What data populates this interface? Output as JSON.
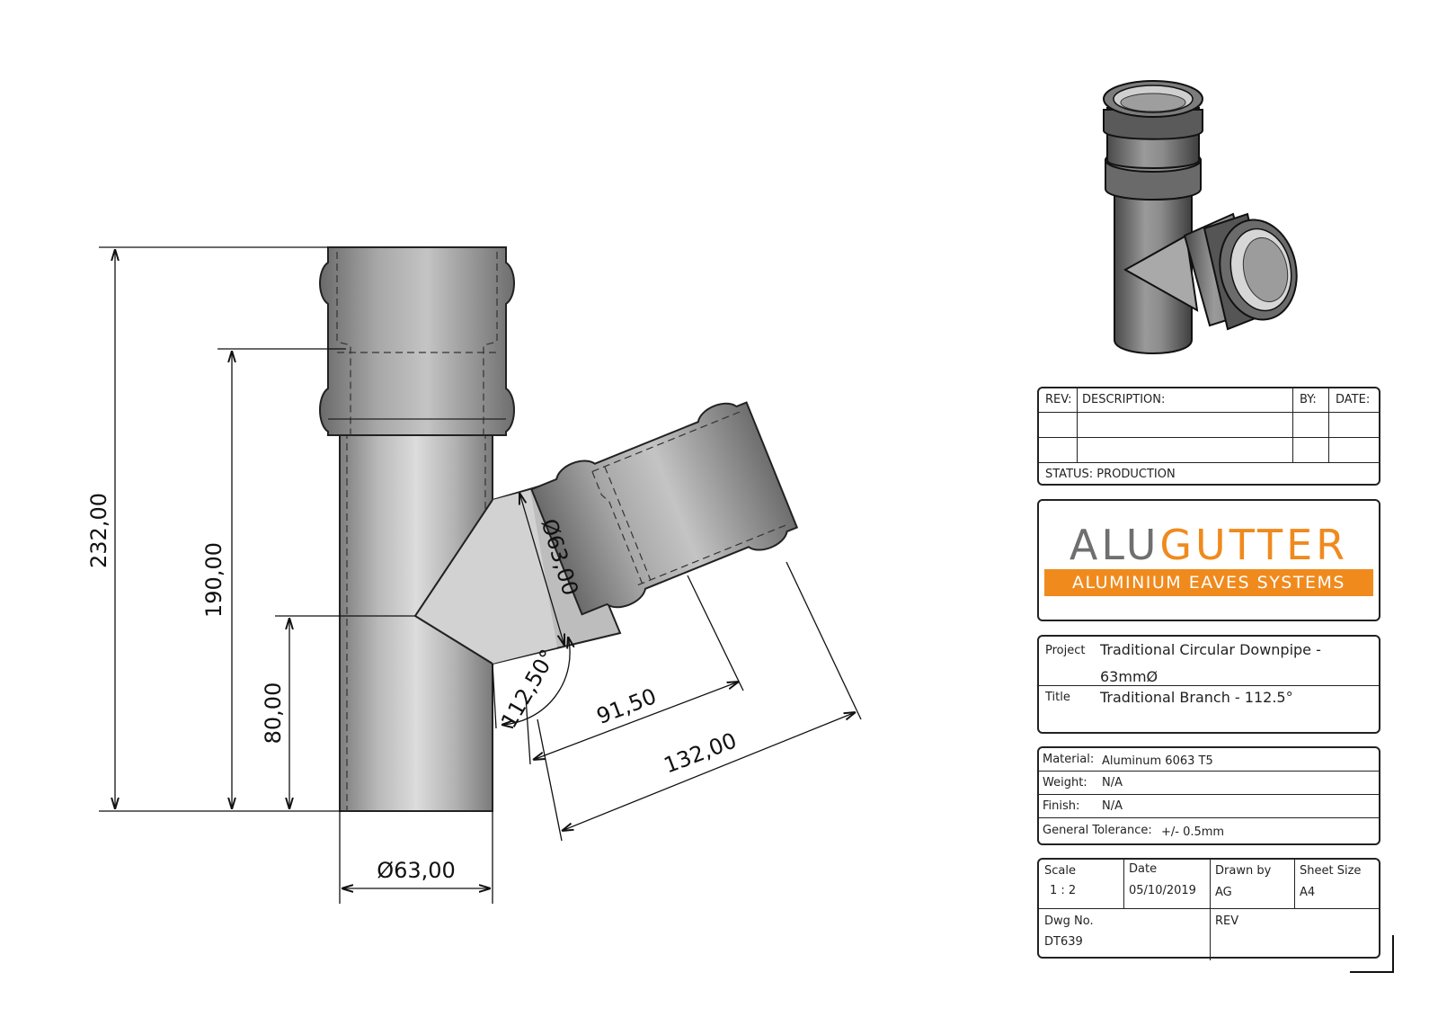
{
  "dimensions": {
    "height_total": "232,00",
    "height_branch_top": "190,00",
    "height_branch_base": "80,00",
    "diameter_main": "Ø63,00",
    "diameter_branch": "Ø63,00",
    "angle": "112,50°",
    "branch_inner_length": "91,50",
    "branch_outer_length": "132,00"
  },
  "revision_table": {
    "rev_label": "REV:",
    "description_label": "DESCRIPTION:",
    "by_label": "BY:",
    "date_label": "DATE:",
    "status": "STATUS: PRODUCTION"
  },
  "logo": {
    "brand_grey": "ALU",
    "brand_orange": "GUTTER",
    "tagline": "ALUMINIUM EAVES SYSTEMS",
    "colors": {
      "grey": "#6f6f6f",
      "orange": "#f08a1d"
    }
  },
  "project": {
    "project_label": "Project",
    "project_value_line1": "Traditional Circular Downpipe -",
    "project_value_line2": "63mmØ",
    "title_label": "Title",
    "title_value": "Traditional Branch - 112.5°"
  },
  "specs": {
    "material_label": "Material:",
    "material_value": "Aluminum 6063 T5",
    "weight_label": "Weight:",
    "weight_value": "N/A",
    "finish_label": "Finish:",
    "finish_value": "N/A",
    "tolerance_label": "General Tolerance:",
    "tolerance_value": "+/- 0.5mm"
  },
  "sheet": {
    "scale_label": "Scale",
    "scale_value": "1 : 2",
    "date_label": "Date",
    "date_value": "05/10/2019",
    "drawn_by_label": "Drawn by",
    "drawn_by_value": "AG",
    "sheet_size_label": "Sheet Size",
    "sheet_size_value": "A4",
    "dwg_no_label": "Dwg No.",
    "dwg_no_value": "DT639",
    "rev_label": "REV"
  }
}
